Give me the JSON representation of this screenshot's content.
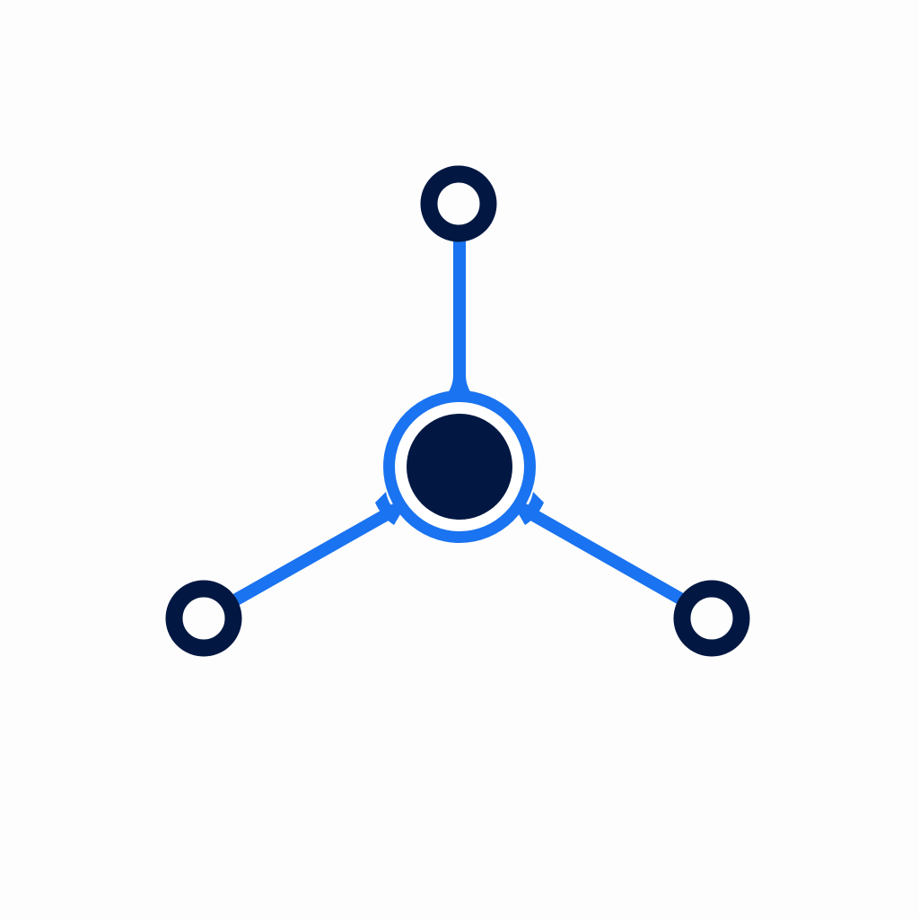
{
  "icon": {
    "name": "network-hub-icon",
    "shape": "hub-and-spoke",
    "center_node": "filled",
    "outer_nodes": 3,
    "outer_node_style": "ring"
  },
  "colors": {
    "background": "#fdfdfd",
    "node_dark": "#021842",
    "connector_blue": "#1a73f0",
    "ring_gap": "#ffffff"
  }
}
